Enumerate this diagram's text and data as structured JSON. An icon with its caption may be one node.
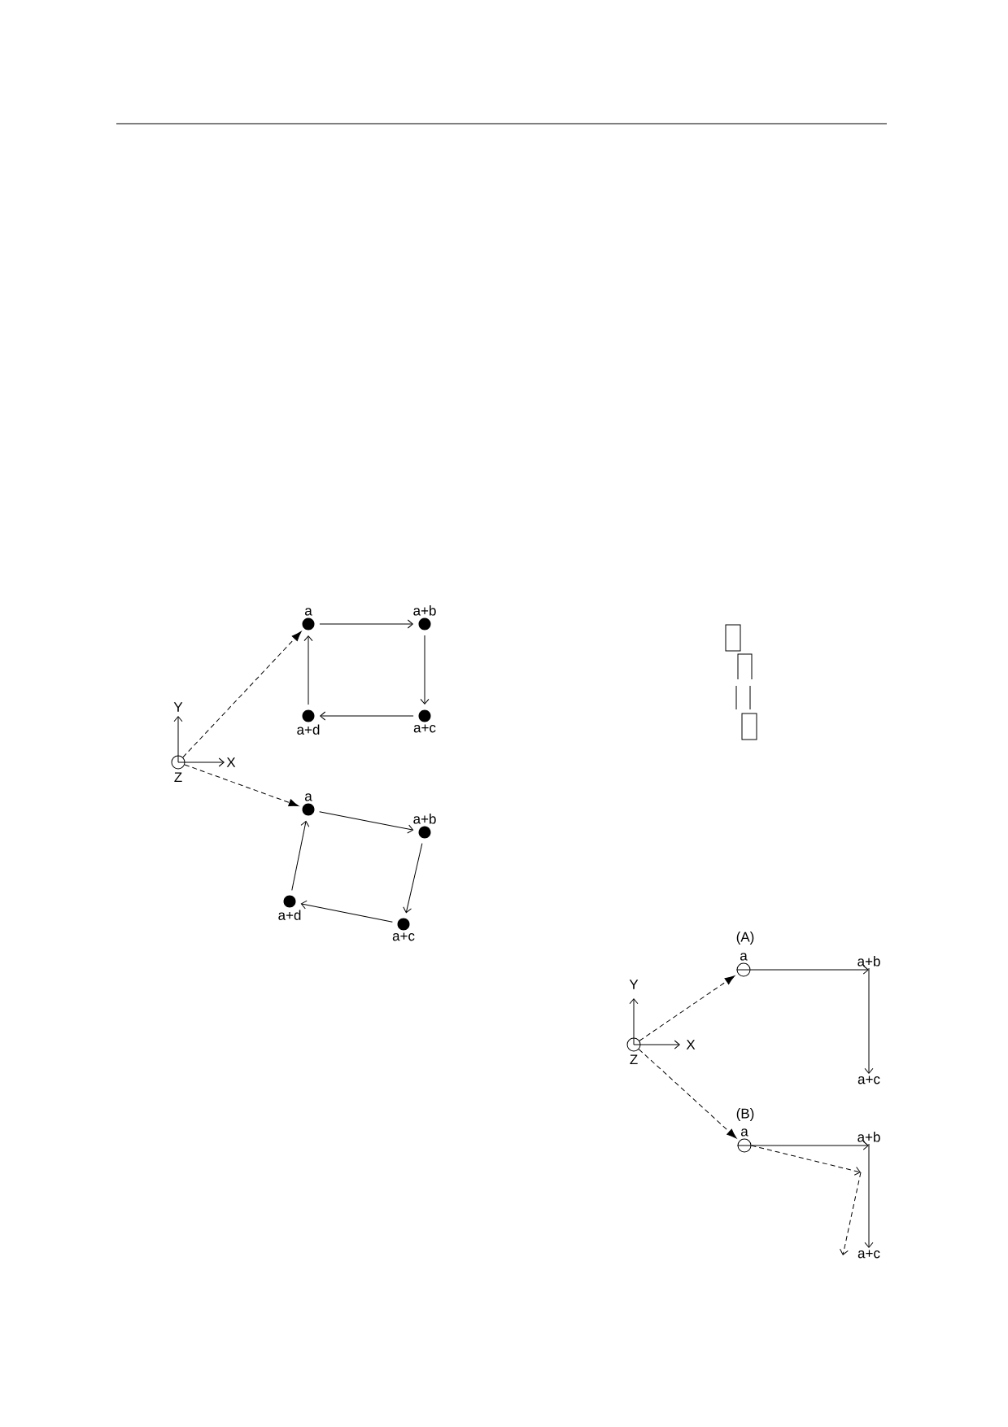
{
  "diagram": {
    "nodes": [
      {
        "text": [],
        "shape": "circle",
        "beside": [
          "Z"
        ]
      },
      {
        "text": [
          "a"
        ]
      },
      {
        "text": [
          "a+b"
        ]
      },
      {
        "text": [
          "a+c"
        ]
      },
      {
        "text": [
          "a+d"
        ]
      },
      {
        "text": [
          "a"
        ]
      },
      {
        "text": [
          "a+b"
        ]
      },
      {
        "text": [
          "a+c"
        ]
      },
      {
        "text": [
          "a+d"
        ]
      },
      {
        "text": [],
        "shape": "circle",
        "beside": [
          "Z"
        ]
      },
      {
        "text": [
          "a"
        ]
      },
      {
        "text": [
          "a+b"
        ]
      },
      {
        "text": [
          "a+c"
        ]
      },
      {
        "text": [
          "a"
        ]
      },
      {
        "text": [
          "a+b"
        ]
      },
      {
        "text": [
          "a+c"
        ]
      }
    ],
    "edges": [
      {
        "from": 0,
        "to": 1,
        "arrow": "to",
        "style": "dashed"
      },
      {
        "from": 1,
        "to": 2,
        "arrow": "to"
      },
      {
        "from": 2,
        "to": 3,
        "arrow": "to"
      },
      {
        "from": 3,
        "to": 4,
        "arrow": "to"
      },
      {
        "from": 4,
        "to": 1,
        "arrow": "to"
      },
      {
        "from": 0,
        "to": 5,
        "arrow": "to",
        "style": "dashed"
      },
      {
        "from": 5,
        "to": 6,
        "arrow": "to"
      },
      {
        "from": 6,
        "to": 7,
        "arrow": "to"
      },
      {
        "from": 7,
        "to": 8,
        "arrow": "to"
      },
      {
        "from": 8,
        "to": 5,
        "arrow": "to"
      },
      {
        "from": 9,
        "to": 10,
        "arrow": "to",
        "style": "dashed"
      },
      {
        "from": 10,
        "to": 11,
        "arrow": "to"
      },
      {
        "from": 11,
        "to": 12,
        "arrow": "to"
      },
      {
        "from": 9,
        "to": 13,
        "arrow": "to",
        "style": "dashed"
      },
      {
        "from": 13,
        "to": 14,
        "arrow": "to"
      },
      {
        "from": 14,
        "to": 15,
        "arrow": "to"
      },
      {
        "from": 13,
        "to": 14,
        "arrow": "to",
        "style": "dashed"
      },
      {
        "from": 14,
        "to": 15,
        "arrow": "to",
        "style": "dashed"
      }
    ],
    "labels": [
      "Y",
      "X",
      "(A)",
      "Y",
      "X",
      "(B)"
    ]
  }
}
